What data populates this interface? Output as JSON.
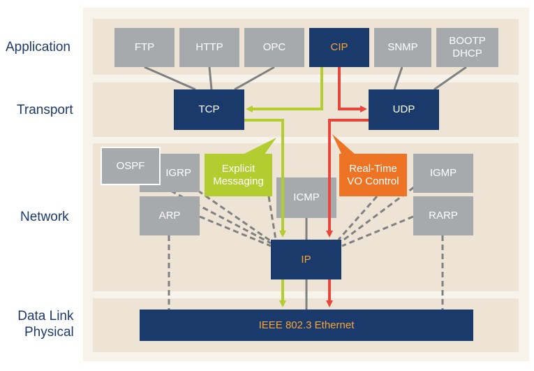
{
  "layers": {
    "application": "Application",
    "transport": "Transport",
    "network": "Network",
    "datalink_line1": "Data Link",
    "datalink_line2": "Physical"
  },
  "application_protocols": {
    "ftp": "FTP",
    "http": "HTTP",
    "opc": "OPC",
    "cip": "CIP",
    "snmp": "SNMP",
    "bootp": "BOOTP",
    "dhcp": "DHCP"
  },
  "transport_protocols": {
    "tcp": "TCP",
    "udp": "UDP"
  },
  "network_protocols": {
    "ospf": "OSPF",
    "igrp": "IGRP",
    "arp": "ARP",
    "icmp": "ICMP",
    "igmp": "IGMP",
    "rarp": "RARP",
    "ip": "IP"
  },
  "callouts": {
    "explicit_line1": "Explicit",
    "explicit_line2": "Messaging",
    "realtime_line1": "Real-Time",
    "realtime_line2": "VO Control"
  },
  "datalink": {
    "ethernet": "IEEE 802.3 Ethernet"
  },
  "colors": {
    "navy": "#1a3a6b",
    "gray": "#a7aaad",
    "green": "#b3cc2f",
    "orange": "#ec7424",
    "red": "#e8453c",
    "navy_text": "#f6a53a",
    "label_text": "#1d3a6b"
  }
}
